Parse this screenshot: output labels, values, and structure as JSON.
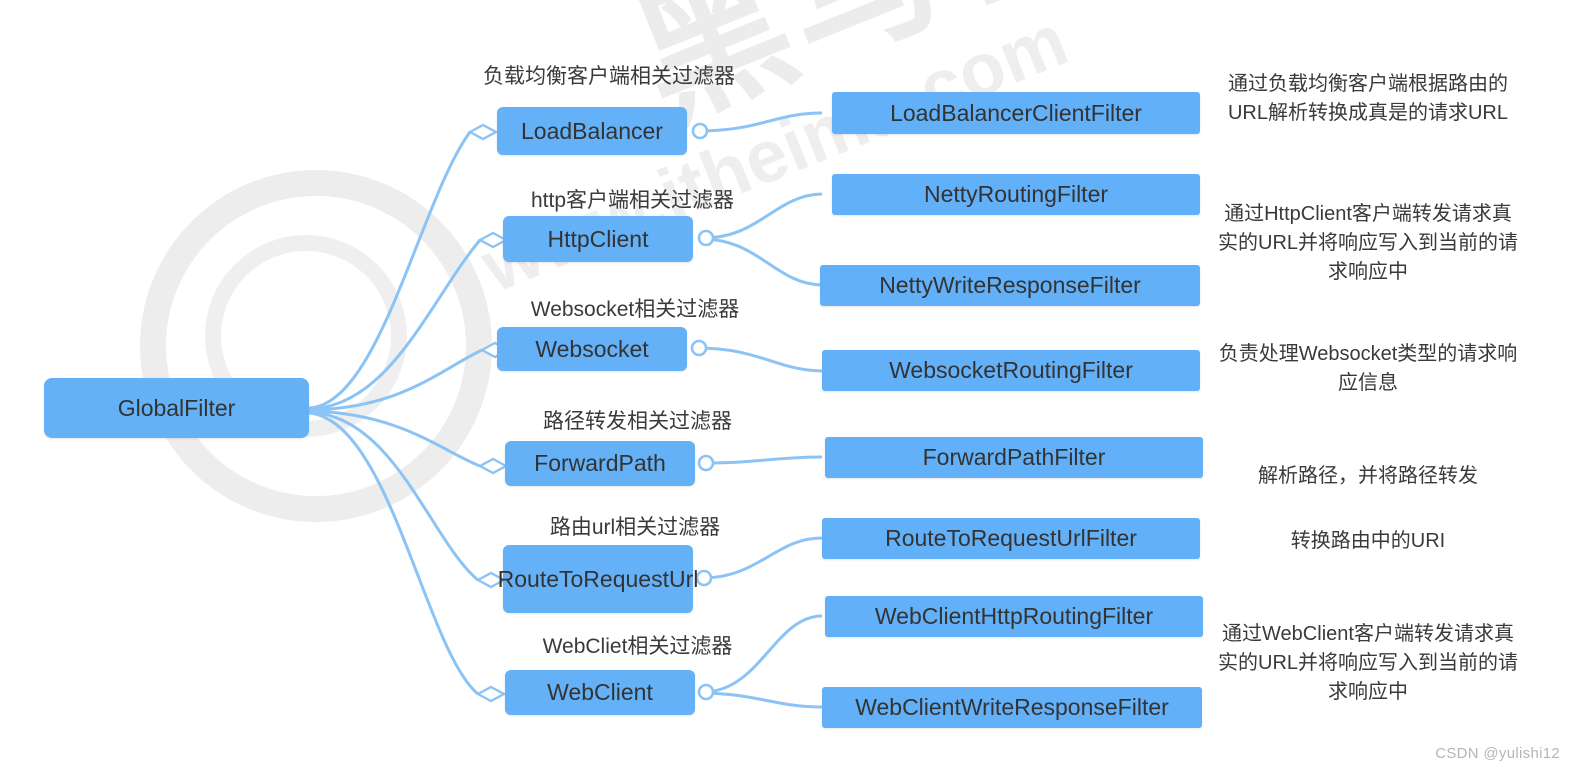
{
  "diagram": {
    "root": {
      "label": "GlobalFilter"
    },
    "branches": [
      {
        "caption": "负载均衡客户端相关过滤器",
        "label": "LoadBalancer",
        "filters": [
          "LoadBalancerClientFilter"
        ],
        "description": "通过负载均衡客户端根据路由的URL解析转换成真是的请求URL"
      },
      {
        "caption": "http客户端相关过滤器",
        "label": "HttpClient",
        "filters": [
          "NettyRoutingFilter",
          "NettyWriteResponseFilter"
        ],
        "description": "通过HttpClient客户端转发请求真实的URL并将响应写入到当前的请求响应中"
      },
      {
        "caption": "Websocket相关过滤器",
        "label": "Websocket",
        "filters": [
          "WebsocketRoutingFilter"
        ],
        "description": "负责处理Websocket类型的请求响应信息"
      },
      {
        "caption": "路径转发相关过滤器",
        "label": "ForwardPath",
        "filters": [
          "ForwardPathFilter"
        ],
        "description": "解析路径，并将路径转发"
      },
      {
        "caption": "路由url相关过滤器",
        "label": "RouteToRequestUrl",
        "filters": [
          "RouteToRequestUrlFilter"
        ],
        "description": "转换路由中的URI"
      },
      {
        "caption": "WebCliet相关过滤器",
        "label": "WebClient",
        "filters": [
          "WebClientHttpRoutingFilter",
          "WebClientWriteResponseFilter"
        ],
        "description": "通过WebClient客户端转发请求真实的URL并将响应写入到当前的请求响应中"
      }
    ]
  },
  "watermark": {
    "brand": "黑马程序员",
    "url": "www.itheima.com"
  },
  "footer": {
    "credit": "CSDN @yulishi12"
  },
  "colors": {
    "node_fill": "#64b1f7",
    "link": "#8cc3f5",
    "text": "#3a3a3a",
    "watermark": "#ececec"
  }
}
